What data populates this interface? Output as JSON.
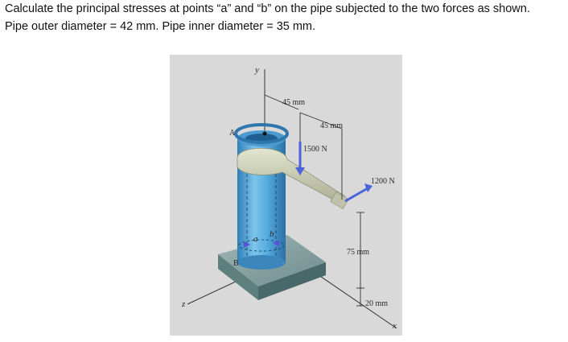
{
  "problem": {
    "line1": "Calculate the principal stresses at points “a” and “b” on the pipe subjected to the two forces as shown.",
    "line2": "Pipe outer diameter = 42 mm. Pipe inner diameter = 35 mm."
  },
  "figure": {
    "labels": {
      "y": "y",
      "z": "z",
      "x": "x",
      "A": "A",
      "B": "B",
      "a": "a",
      "b": "b",
      "dim_45_top": "45 mm",
      "dim_45_right": "45 mm",
      "force_1500": "1500 N",
      "force_1200": "1200 N",
      "dim_75": "75 mm",
      "dim_20": "20 mm"
    }
  }
}
